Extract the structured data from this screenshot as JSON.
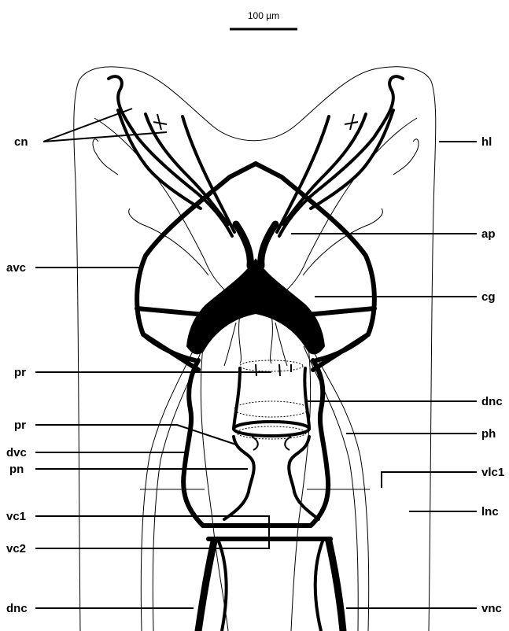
{
  "scale_bar": {
    "label": "100 µm"
  },
  "labels": {
    "cn": "cn",
    "hl": "hl",
    "ap": "ap",
    "avc": "avc",
    "cg": "cg",
    "pr_upper": "pr",
    "dnc_right": "dnc",
    "pr_lower": "pr",
    "ph": "ph",
    "dvc": "dvc",
    "pn": "pn",
    "vlc1": "vlc1",
    "lnc": "lnc",
    "vc1": "vc1",
    "vc2": "vc2",
    "vnc": "vnc",
    "dnc_left": "dnc"
  }
}
